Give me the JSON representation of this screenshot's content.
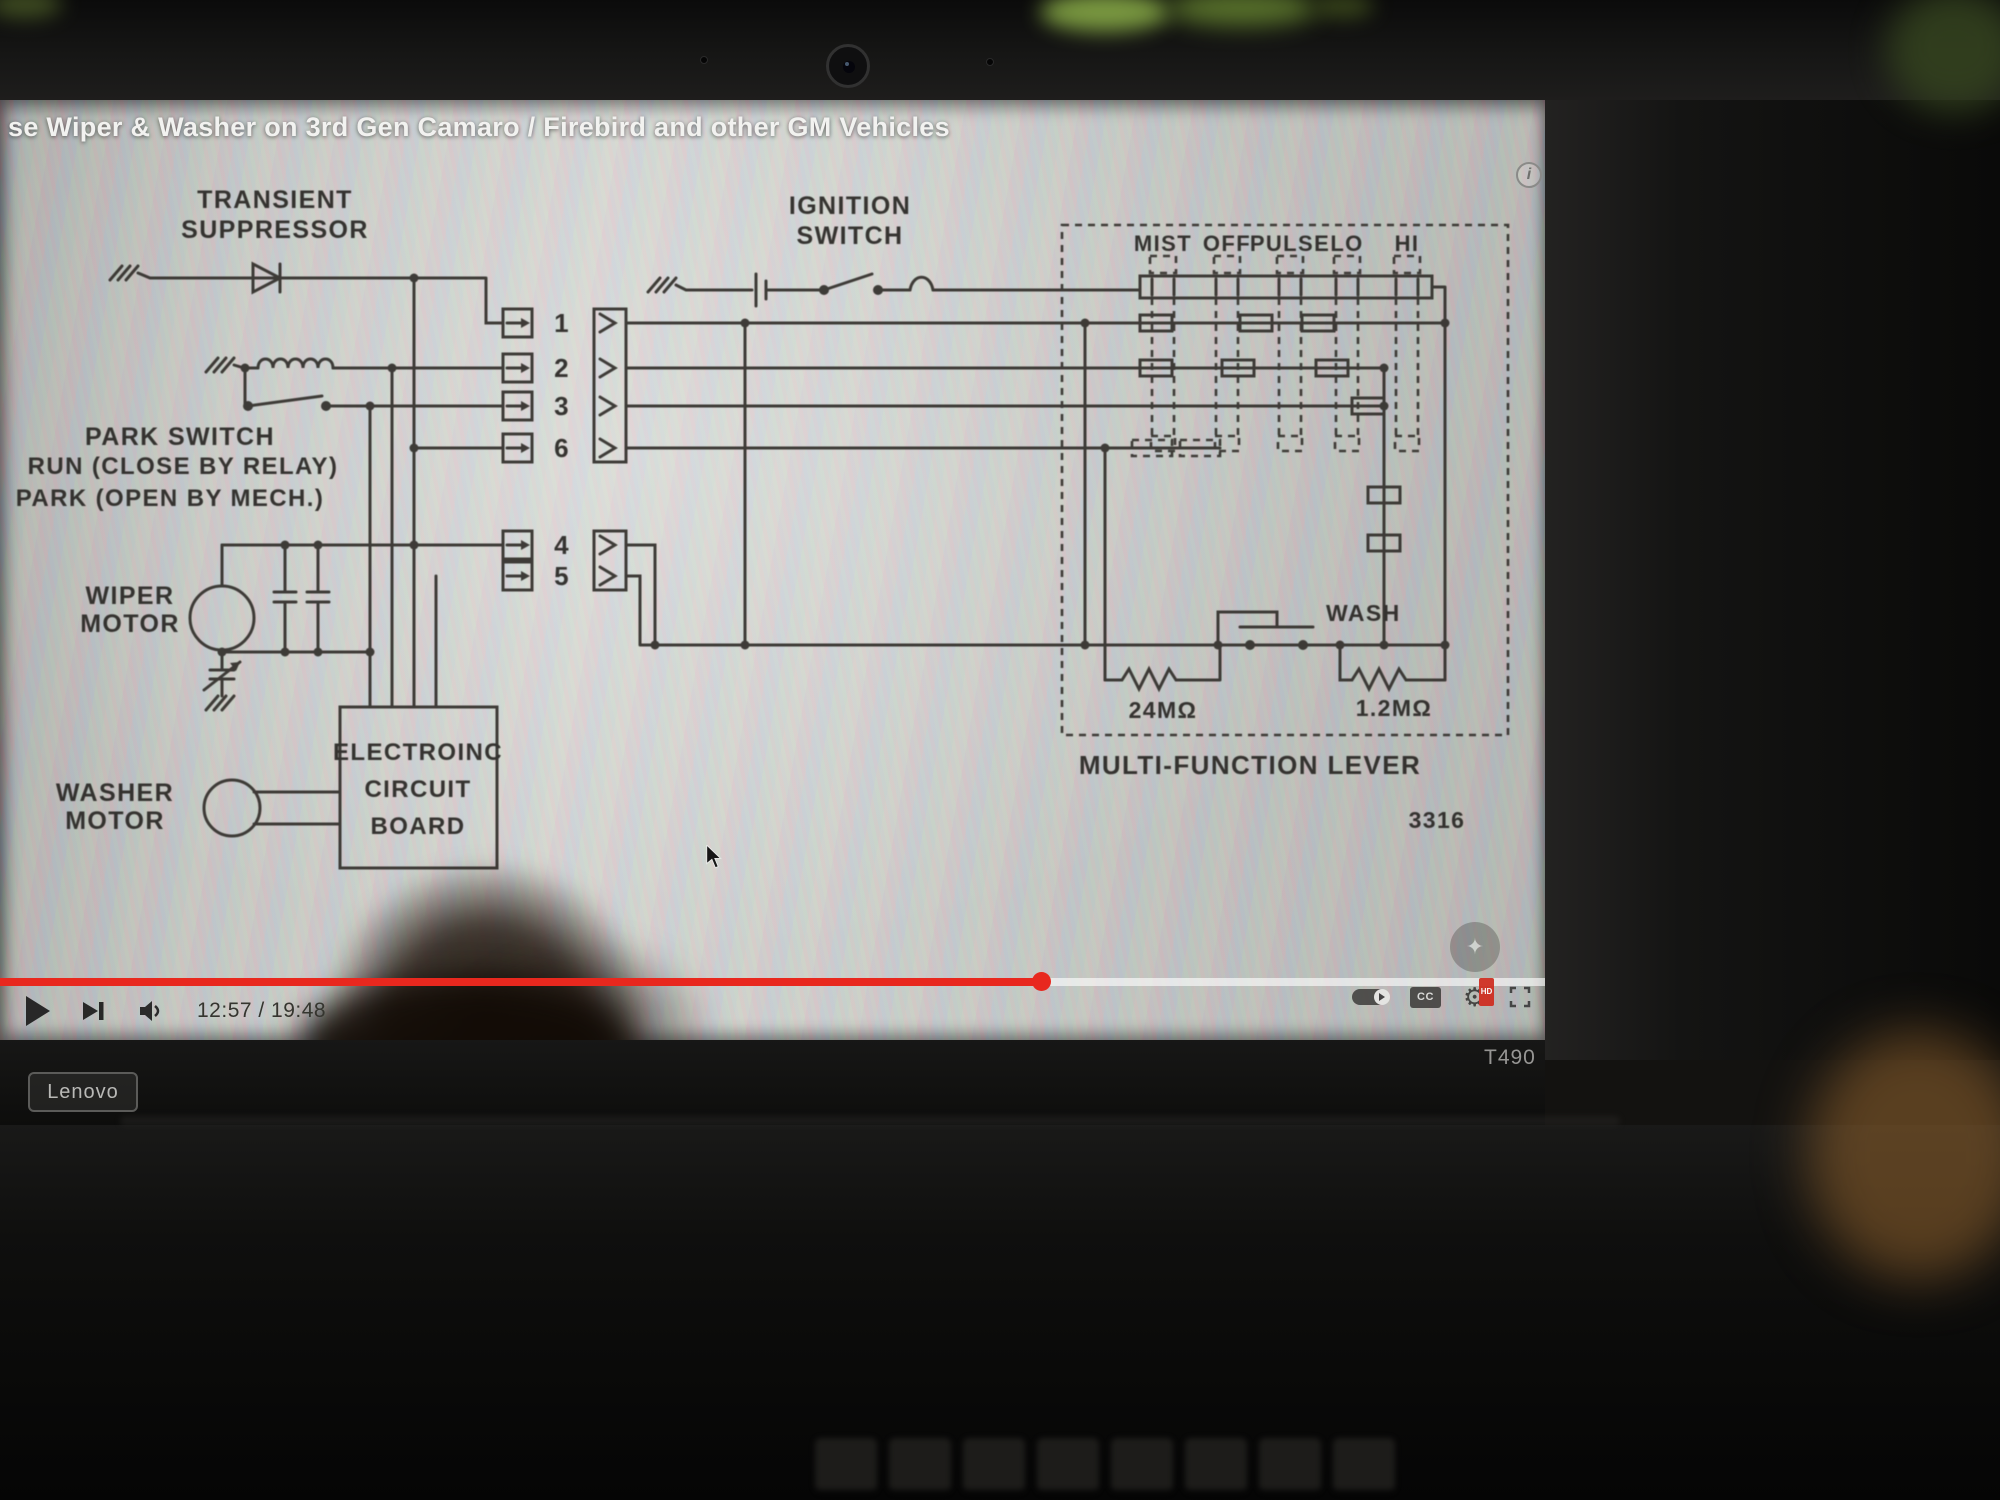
{
  "player": {
    "title": "se Wiper & Washer on 3rd Gen Camaro / Firebird and other GM Vehicles",
    "time_display": "12:57 / 19:48",
    "progress_percent": 67,
    "accent_color": "#e8281e",
    "info_glyph": "i",
    "captions_label": "CC",
    "quality_badge": "HD",
    "settings_glyph": "⚙",
    "watermark_glyph": "✦"
  },
  "diagram": {
    "transient_suppressor": [
      "TRANSIENT",
      "SUPPRESSOR"
    ],
    "ignition_switch": [
      "IGNITION",
      "SWITCH"
    ],
    "park_switch_label": "PARK SWITCH",
    "park_switch_line2": "RUN (CLOSE BY RELAY)",
    "park_switch_line3": "PARK (OPEN BY MECH.)",
    "wiper_motor": [
      "WIPER",
      "MOTOR"
    ],
    "washer_motor": [
      "WASHER",
      "MOTOR"
    ],
    "circuit_board": [
      "ELECTROINC",
      "CIRCUIT",
      "BOARD"
    ],
    "lever_positions": [
      "MIST",
      "OFF",
      "PULSE",
      "LO",
      "HI"
    ],
    "wash_label": "WASH",
    "resistor_left": "24MΩ",
    "resistor_right": "1.2MΩ",
    "multi_function_lever": "MULTI-FUNCTION LEVER",
    "part_number": "3316",
    "pins": [
      "1",
      "2",
      "3",
      "6",
      "4",
      "5"
    ]
  },
  "laptop": {
    "brand": "Lenovo",
    "model": "T490"
  }
}
